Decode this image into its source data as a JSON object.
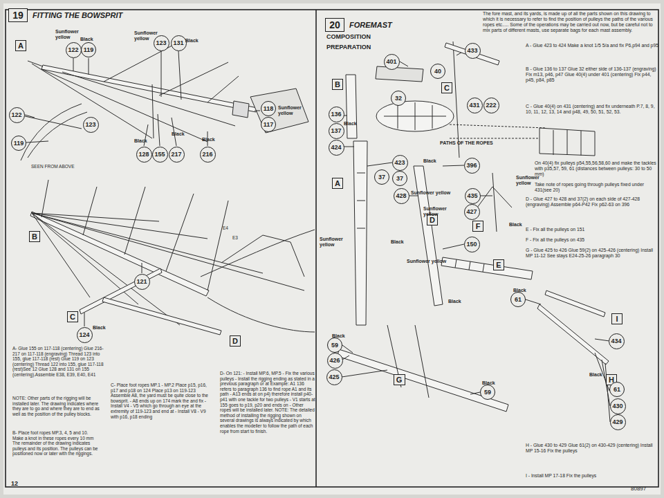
{
  "diagram": {
    "nodes": [
      {
        "text": [
          "19",
          "FITTING THE BOWSPRIT"
        ]
      },
      {
        "text": [
          "A"
        ]
      },
      {
        "text": [
          "122"
        ]
      },
      {
        "text": [
          "119"
        ]
      },
      {
        "text": [
          "123"
        ]
      },
      {
        "text": [
          "131"
        ]
      },
      {
        "text": [
          "118"
        ]
      },
      {
        "text": [
          "117"
        ]
      },
      {
        "text": [
          "122"
        ]
      },
      {
        "text": [
          "119"
        ]
      },
      {
        "text": [
          "123"
        ]
      },
      {
        "text": [
          "128"
        ]
      },
      {
        "text": [
          "155"
        ]
      },
      {
        "text": [
          "217"
        ]
      },
      {
        "text": [
          "216"
        ]
      },
      {
        "text": [
          "B"
        ]
      },
      {
        "text": [
          "121"
        ]
      },
      {
        "text": [
          "C"
        ]
      },
      {
        "text": [
          "124"
        ]
      },
      {
        "text": [
          "D"
        ]
      },
      {
        "text": [
          "20",
          "FOREMAST"
        ]
      },
      {
        "text": [
          "433"
        ]
      },
      {
        "text": [
          "401"
        ]
      },
      {
        "text": [
          "40"
        ]
      },
      {
        "text": [
          "B"
        ]
      },
      {
        "text": [
          "32"
        ]
      },
      {
        "text": [
          "C"
        ]
      },
      {
        "text": [
          "136"
        ]
      },
      {
        "text": [
          "431"
        ]
      },
      {
        "text": [
          "222"
        ]
      },
      {
        "text": [
          "137"
        ]
      },
      {
        "text": [
          "424"
        ]
      },
      {
        "text": [
          "423"
        ]
      },
      {
        "text": [
          "396"
        ]
      },
      {
        "text": [
          "37"
        ]
      },
      {
        "text": [
          "37"
        ]
      },
      {
        "text": [
          "A"
        ]
      },
      {
        "text": [
          "428"
        ]
      },
      {
        "text": [
          "435"
        ]
      },
      {
        "text": [
          "427"
        ]
      },
      {
        "text": [
          "D"
        ]
      },
      {
        "text": [
          "F"
        ]
      },
      {
        "text": [
          "150"
        ]
      },
      {
        "text": [
          "E"
        ]
      },
      {
        "text": [
          "61"
        ]
      },
      {
        "text": [
          "I"
        ]
      },
      {
        "text": [
          "434"
        ]
      },
      {
        "text": [
          "59"
        ]
      },
      {
        "text": [
          "426"
        ]
      },
      {
        "text": [
          "425"
        ]
      },
      {
        "text": [
          "G"
        ]
      },
      {
        "text": [
          "59"
        ]
      },
      {
        "text": [
          "H"
        ]
      },
      {
        "text": [
          "61"
        ]
      },
      {
        "text": [
          "430"
        ]
      },
      {
        "text": [
          "429"
        ]
      }
    ],
    "labels": [
      "Sunflower yellow",
      "Black",
      "Sunflower yellow",
      "Black",
      "Sunflower yellow",
      "Black",
      "Black",
      "Black",
      "SEEN FROM ABOVE",
      "E4",
      "E3",
      "Black",
      "A- Glue 155 on 117-118 (centering) Glue 216-217 on 117-118 (engraving) Thread 123 into 155, glue 117-118 (rest) Glue 119 on 123 (centering) Thread 122 into 155, glue 117-118 (rest)See 12 Glue 128 and 131 on 155 (centering).Assemble E38, E39, E40, E41",
      "NOTE: Other parts of the rigging will be installed later. The drawing indicates where they are to go and where they are to end as well as the position of the pulley blocks.",
      "B- Place foot ropes MP.3, 4, 5 and 10. Make a knot in these ropes every 10 mm The remainder of the drawing indicates pulleys and its position. The pulleys can be positioned now or later with the riggings.",
      "C- Place foot ropes MP.1 - MP.2 Place p15, p16, p17 and p18 on 124 Place p13 on 119-123 Assemble A8, the yard must be quite close to the bowsprit. - A8 ends up on 174 mark the and fix - Install V4 - V5 which go through an eye at the extremity of 119-123 and end at - Install V8 - V9 with p16, p18 ending",
      "D- On 121: - Install MP.6, MP.5 - Fix the various pulleys - Install the rigging ending as stated in a previous paragraph or at Example: A1 136 refers to paragraph 136 to find rope A1 and its path - A13 ends at on p4) therefore install p40-p41 with one tackle for two pulleys - V1 starts at 155 goes to p19, p20 and ends on - Other ropes will be installed later. NOTE: The detailed method of installing the rigging shown on several drawings is always indicated by which enables the modeller to follow the path of each rope from start to finish.",
      "12",
      "COMPOSITION",
      "PREPARATION",
      "The fore mast, and its yards, is made up of all the parts shown on this drawing to which it is necessary to refer to find the position of pulleys the paths of the various ropes etc..... Some of the operations may be carried out now, but be careful not to mix parts of different masts, use separate bags for each mast assembly.",
      "A - Glue 423 to 424 Make a knot 1/5 5/a and fix P6,p94 and p95",
      "B - Glue 136 to 137 Glue 32 either side of 136-137 (engraving) Fix m13, p46, p47 Glue 40(4) under 401 (centering) Fix p44, p45, p84, p85",
      "C - Glue 40(4) on 431 (centering) and fix underneath P.7, 8, 9, 10, 11, 12, 13, 14 and p48, 49, 50, 51, 52, 53.",
      "On 40(4) fix pulleys p54,55,56,58,60 and make the tackles with p35,57, 59, 61 (distances between pulleys: 30 to 50 mm)",
      "Take note of ropes going through pulleys fixed under 431(see 20)",
      "D - Glue 427 to 428 and 37(2) on each side of 427-428 (engraving) Assemble p64-P42 Fix p62-63 on 396",
      "E - Fix all the pulleys on 151",
      "F - Fix all the pulleys on 435",
      "G - Glue 425 to 426 Glue 59(2) on 425-426 (centering) Install MP 11-12 See stays E24-25-26 paragraph 30",
      "H - Glue 430 to 429 Glue 61(2) on 430-429 (centering) Install MP 15-16 Fix the pulleys",
      "I - Install MP 17-18 Fix the pulleys",
      "Black",
      "Black",
      "Sunflower yellow",
      "Sunflower yellow",
      "Sunflower yellow",
      "Black",
      "Sunflower yellow",
      "Sunflower yellow",
      "Black",
      "Black",
      "Black",
      "Black",
      "Black",
      "PATHS OF THE ROPES",
      "80897",
      "Black"
    ]
  }
}
